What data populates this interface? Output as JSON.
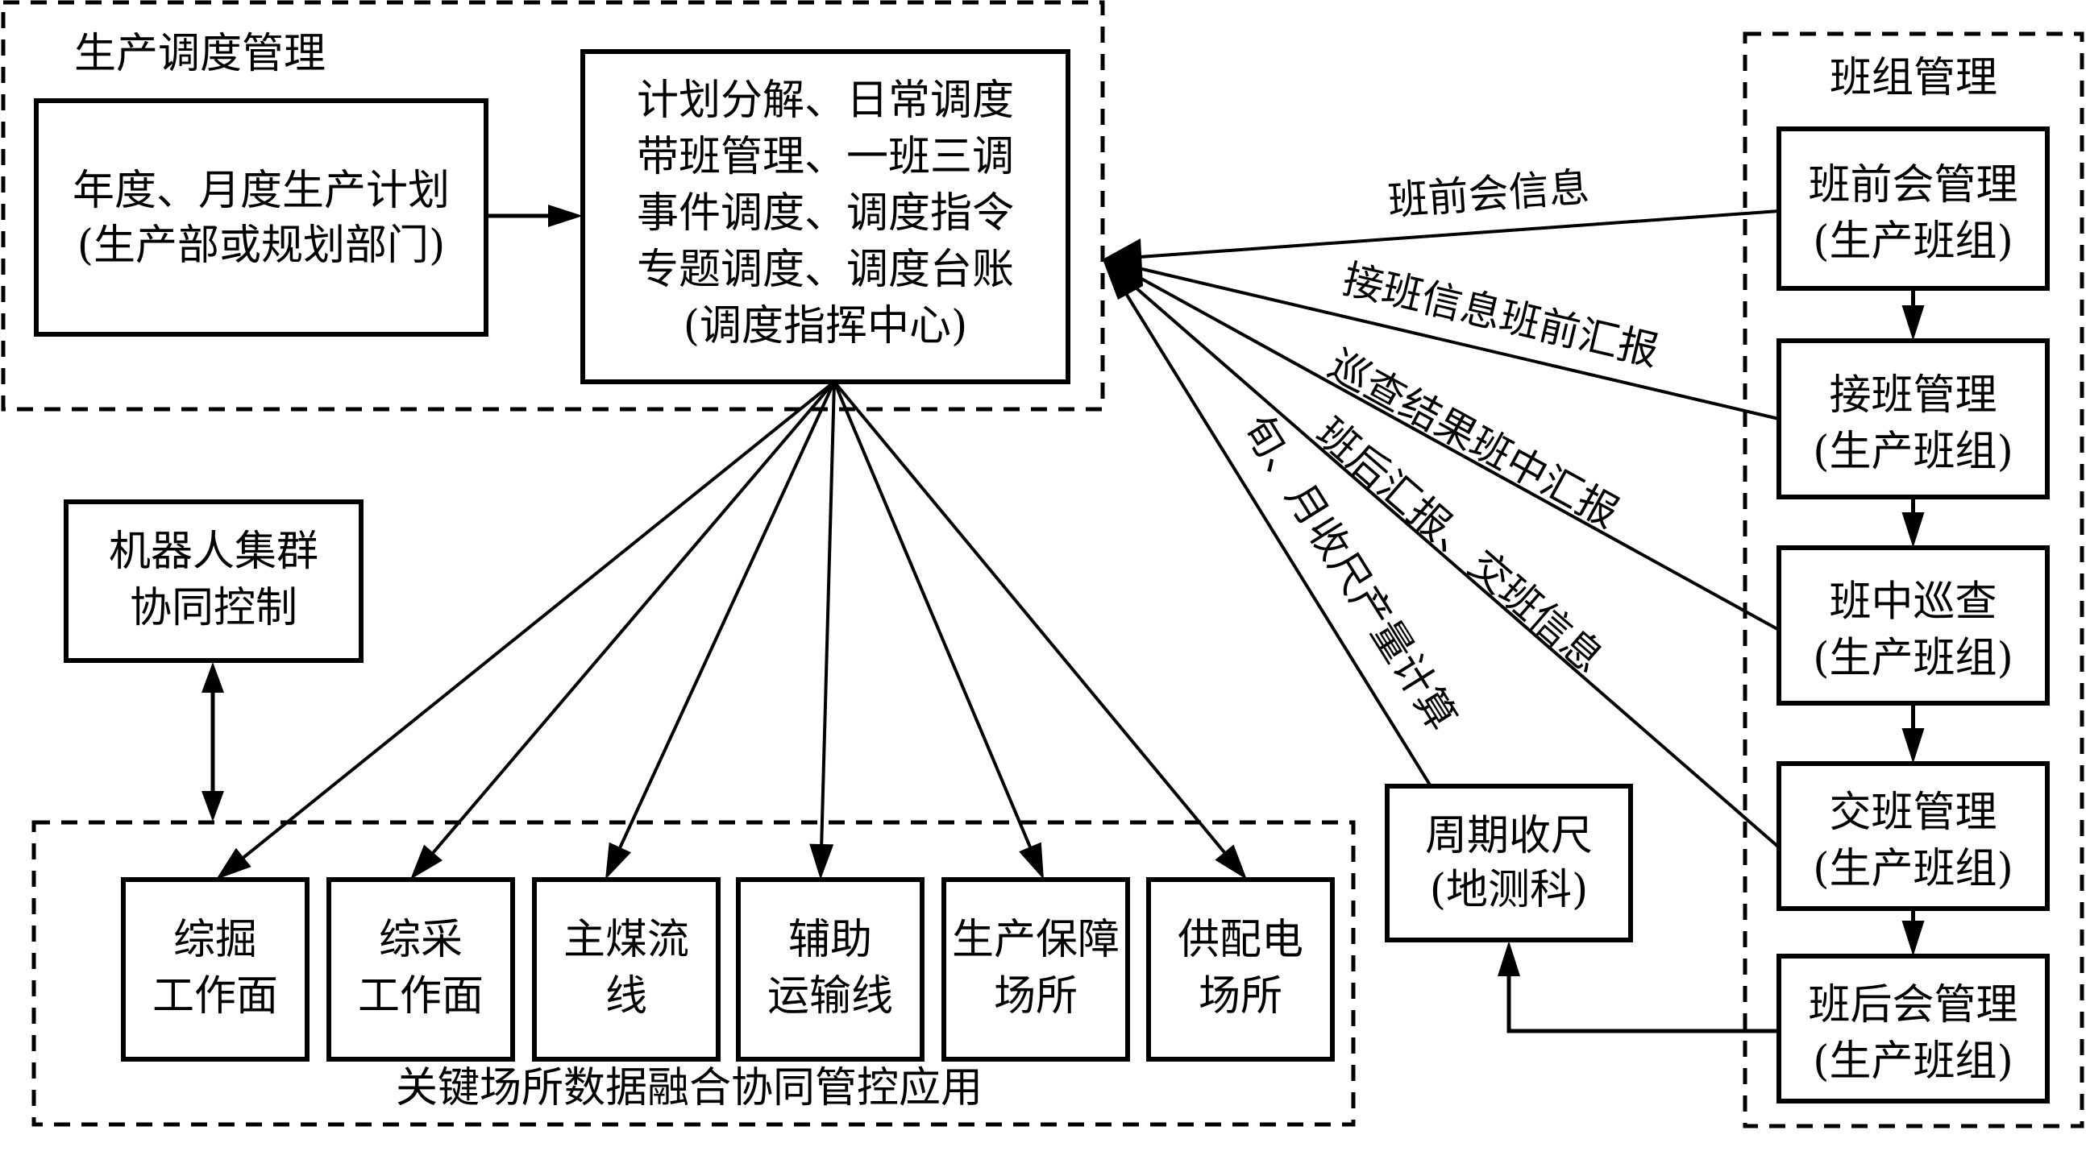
{
  "colors": {
    "stroke": "#000000",
    "background": "#ffffff"
  },
  "groups": {
    "production_dispatch": {
      "title": "生产调度管理"
    },
    "team_management": {
      "title": "班组管理"
    },
    "key_sites": {
      "title": "关键场所数据融合协同管控应用"
    }
  },
  "nodes": {
    "annual_plan": {
      "lines": [
        "年度、月度生产计划",
        "(生产部或规划部门)"
      ]
    },
    "dispatch_center": {
      "lines": [
        "计划分解、日常调度",
        "带班管理、一班三调",
        "事件调度、调度指令",
        "专题调度、调度台账",
        "(调度指挥中心)"
      ]
    },
    "robot_cluster": {
      "lines": [
        "机器人集群",
        "协同控制"
      ]
    },
    "sites": [
      {
        "lines": [
          "综掘",
          "工作面"
        ]
      },
      {
        "lines": [
          "综采",
          "工作面"
        ]
      },
      {
        "lines": [
          "主煤流",
          "线"
        ]
      },
      {
        "lines": [
          "辅助",
          "运输线"
        ]
      },
      {
        "lines": [
          "生产保障",
          "场所"
        ]
      },
      {
        "lines": [
          "供配电",
          "场所"
        ]
      }
    ],
    "periodic_measure": {
      "lines": [
        "周期收尺",
        "(地测科)"
      ]
    },
    "team_steps": [
      {
        "lines": [
          "班前会管理",
          "(生产班组)"
        ]
      },
      {
        "lines": [
          "接班管理",
          "(生产班组)"
        ]
      },
      {
        "lines": [
          "班中巡查",
          "(生产班组)"
        ]
      },
      {
        "lines": [
          "交班管理",
          "(生产班组)"
        ]
      },
      {
        "lines": [
          "班后会管理",
          "(生产班组)"
        ]
      }
    ]
  },
  "edge_labels": {
    "pre_shift_info": "班前会信息",
    "handover_report": "接班信息班前汇报",
    "patrol_report": "巡查结果班中汇报",
    "post_shift_report": "班后汇报、交班信息",
    "measure_calc": "旬、月收尺产量计算"
  }
}
